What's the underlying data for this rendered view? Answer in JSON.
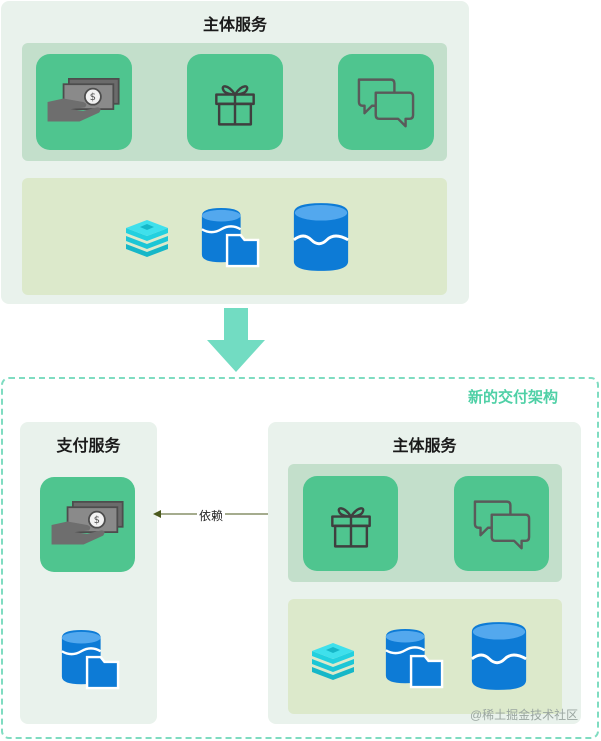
{
  "old_architecture": {
    "title": "主体服务",
    "services": [
      "payment-icon",
      "gift-icon",
      "chat-icon"
    ],
    "storage": [
      "redis-icon",
      "database-files-icon",
      "database-icon"
    ]
  },
  "transition_arrow": "arrow-down-icon",
  "new_architecture": {
    "label": "新的交付架构",
    "payment_service": {
      "title": "支付服务",
      "services": [
        "payment-icon"
      ],
      "storage": [
        "database-files-icon"
      ]
    },
    "main_service": {
      "title": "主体服务",
      "services": [
        "gift-icon",
        "chat-icon"
      ],
      "storage": [
        "redis-icon",
        "database-files-icon",
        "database-icon"
      ]
    },
    "dependency_label": "依赖"
  },
  "watermark": "@稀土掘金技术社区",
  "colors": {
    "tile_green": "#4fc58f",
    "panel_bg": "#e9f2ec",
    "top_row_bg": "#c3dfcb",
    "bottom_row_bg": "#dce9cb",
    "arrow": "#72dcc2",
    "dashed_border": "#7fdcc1",
    "db_blue": "#0d7bd6",
    "redis_cyan": "#1cc6d6"
  }
}
